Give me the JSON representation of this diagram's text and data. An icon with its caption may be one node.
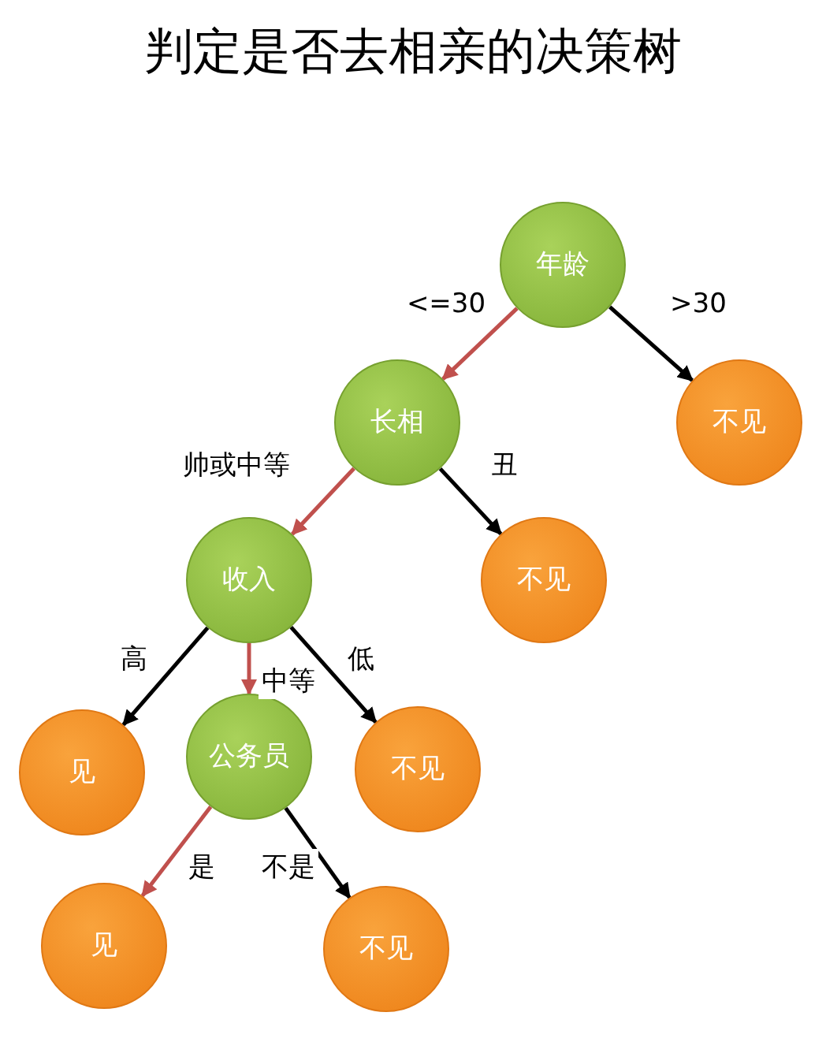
{
  "diagram": {
    "title": "判定是否去相亲的决策树",
    "nodes": [
      {
        "text": [
          "年龄"
        ]
      },
      {
        "text": [
          "长相"
        ]
      },
      {
        "text": [
          "不见"
        ]
      },
      {
        "text": [
          "收入"
        ]
      },
      {
        "text": [
          "不见"
        ]
      },
      {
        "text": [
          "见"
        ]
      },
      {
        "text": [
          "公务员"
        ]
      },
      {
        "text": [
          "不见"
        ]
      },
      {
        "text": [
          "见"
        ]
      },
      {
        "text": [
          "不见"
        ]
      }
    ],
    "edges": [
      {
        "from": 0,
        "to": 1,
        "arrow": "to",
        "label": "<=30",
        "color": "#c0504d"
      },
      {
        "from": 0,
        "to": 2,
        "arrow": "to",
        "label": ">30"
      },
      {
        "from": 1,
        "to": 3,
        "arrow": "to",
        "label": "帅或中等",
        "color": "#c0504d"
      },
      {
        "from": 1,
        "to": 4,
        "arrow": "to",
        "label": "丑"
      },
      {
        "from": 3,
        "to": 5,
        "arrow": "to",
        "label": "高"
      },
      {
        "from": 3,
        "to": 6,
        "arrow": "to",
        "label": "中等",
        "color": "#c0504d"
      },
      {
        "from": 3,
        "to": 7,
        "arrow": "to",
        "label": "低"
      },
      {
        "from": 6,
        "to": 8,
        "arrow": "to",
        "label": "是",
        "color": "#c0504d"
      },
      {
        "from": 6,
        "to": 9,
        "arrow": "to",
        "label": "不是"
      }
    ]
  }
}
